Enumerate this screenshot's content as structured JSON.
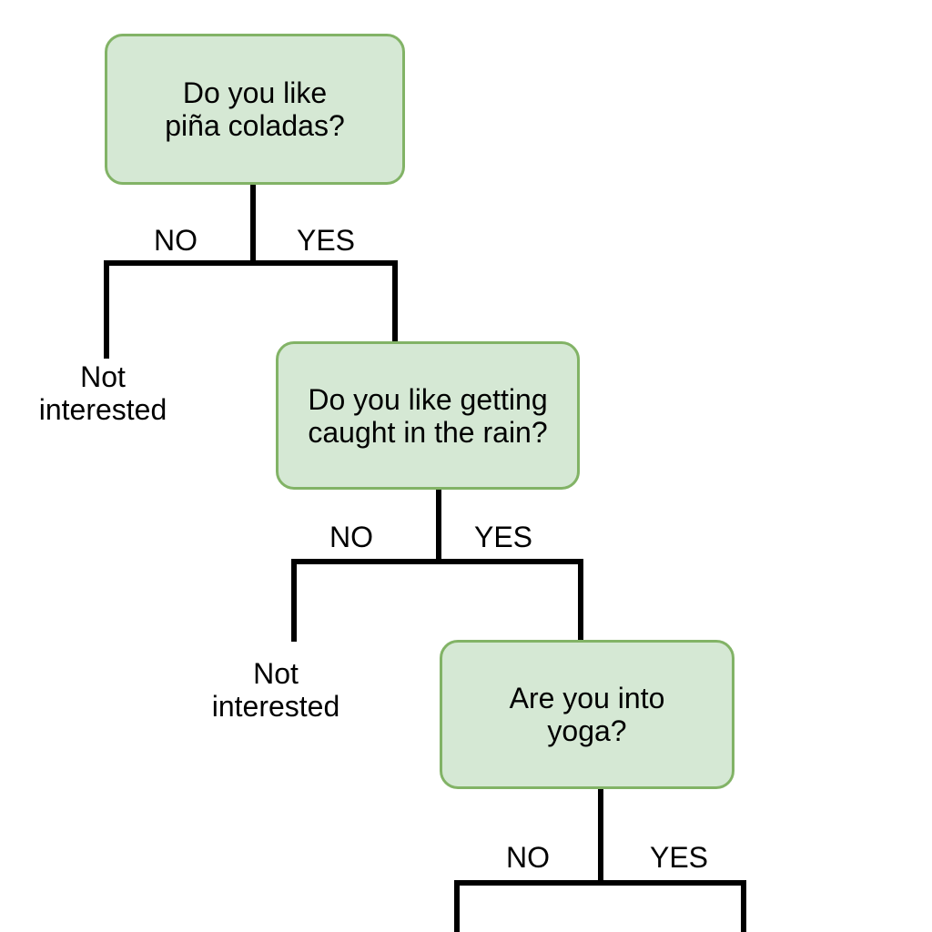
{
  "diagram": {
    "type": "decision-tree",
    "nodes": {
      "q1": {
        "line1": "Do you like",
        "line2": "piña coladas?"
      },
      "q2": {
        "line1": "Do you like getting",
        "line2": "caught in the rain?"
      },
      "q3": {
        "line1": "Are you into",
        "line2": "yoga?"
      }
    },
    "outcomes": {
      "o1": {
        "line1": "Not",
        "line2": "interested"
      },
      "o2": {
        "line1": "Not",
        "line2": "interested"
      }
    },
    "branch_labels": {
      "no": "NO",
      "yes": "YES"
    },
    "colors": {
      "node_fill": "#d5e8d4",
      "node_border": "#82b366",
      "edge": "#000000",
      "text": "#000000",
      "background": "#ffffff"
    }
  }
}
